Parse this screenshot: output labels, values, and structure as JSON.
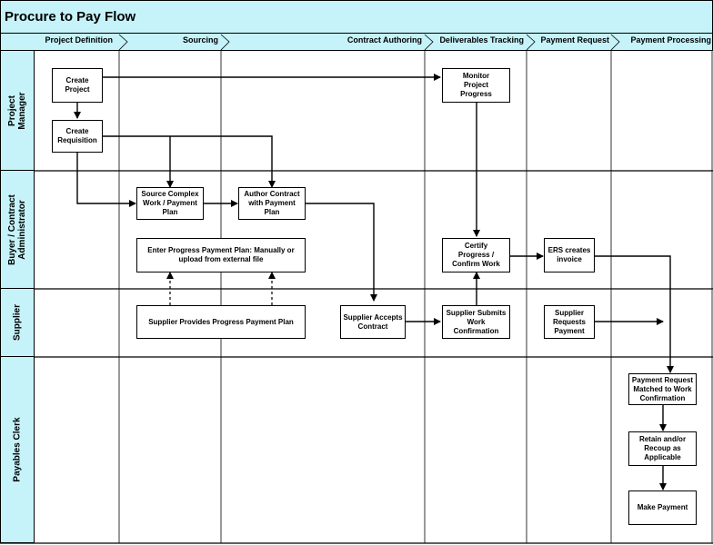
{
  "title": "Procure to Pay Flow",
  "phases": [
    "Project Definition",
    "Sourcing",
    "Contract Authoring",
    "Deliverables Tracking",
    "Payment Request",
    "Payment Processing"
  ],
  "lanes": [
    "Project Manager",
    "Buyer / Contract Administrator",
    "Supplier",
    "Payables Clerk"
  ],
  "boxes": {
    "create_project": "Create\nProject",
    "create_requisition": "Create\nRequisition",
    "monitor_progress": "Monitor\nProject\nProgress",
    "source_complex_work": "Source Complex\nWork / Payment\nPlan",
    "author_contract": "Author Contract\nwith Payment\nPlan",
    "enter_payment_plan": "Enter Progress Payment Plan: Manually or\nupload from external file",
    "certify_progress": "Certify\nProgress /\nConfirm Work",
    "ers_invoice": "ERS creates\ninvoice",
    "supplier_provides_plan": "Supplier Provides Progress Payment Plan",
    "supplier_accepts": "Supplier Accepts\nContract",
    "supplier_submits": "Supplier Submits\nWork\nConfirmation",
    "supplier_requests": "Supplier\nRequests\nPayment",
    "payment_matched": "Payment Request\nMatched to Work\nConfirmation",
    "retain_recoup": "Retain and/or\nRecoup as\nApplicable",
    "make_payment": "Make Payment"
  }
}
